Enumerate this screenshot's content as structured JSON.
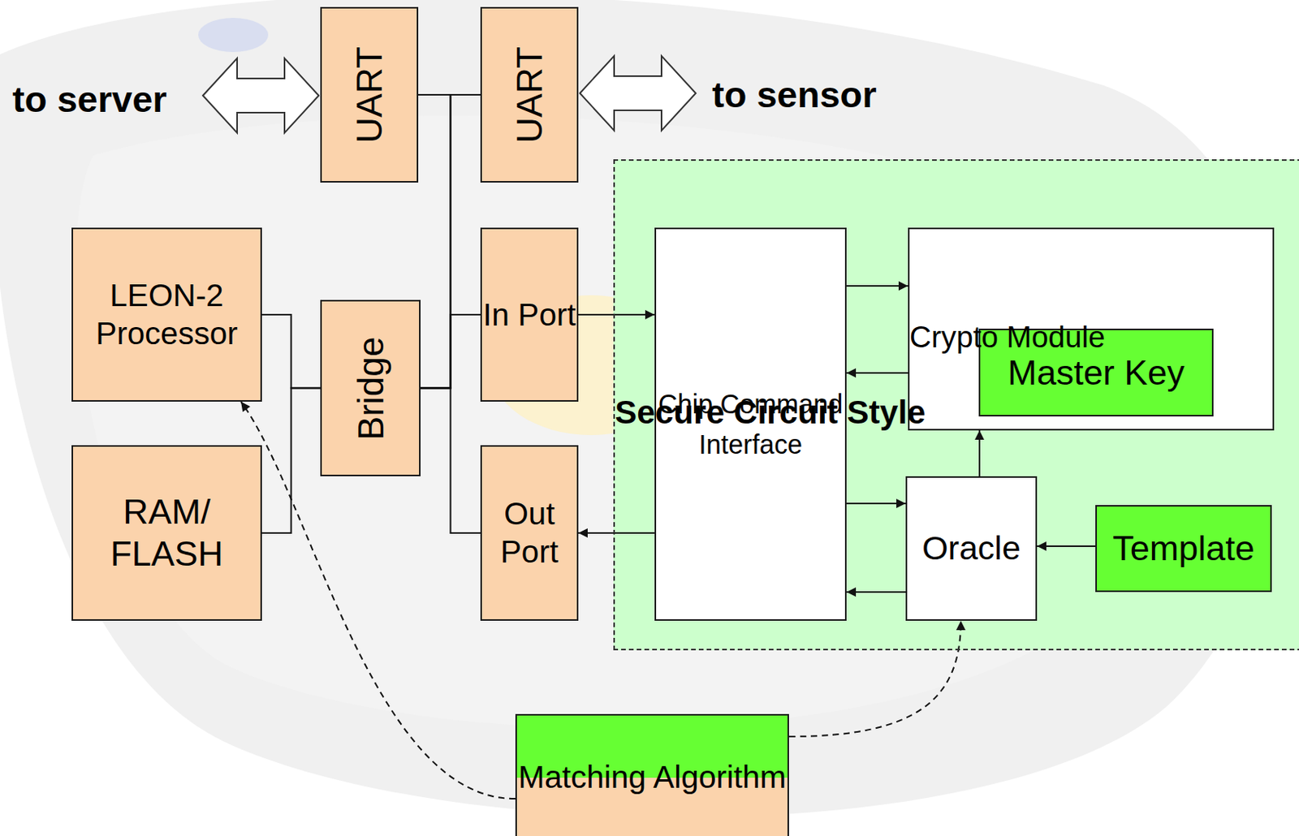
{
  "diagram": {
    "nodes": [
      {
        "text": [
          "UART"
        ]
      },
      {
        "text": [
          "UART"
        ]
      },
      {
        "text": [
          "LEON-2 Processor"
        ]
      },
      {
        "text": [
          "Bridge"
        ]
      },
      {
        "text": [
          "In Port"
        ]
      },
      {
        "text": [
          "RAM/ FLASH"
        ]
      },
      {
        "text": [
          "Out Port"
        ]
      },
      {
        "text": [
          "Secure Circuit Style"
        ]
      },
      {
        "text": [
          "Chip Command Interface"
        ],
        "in": 7
      },
      {
        "text": [
          "Crypto Module"
        ],
        "in": 7
      },
      {
        "text": [
          "Master Key"
        ],
        "in": 9
      },
      {
        "text": [
          "Oracle"
        ],
        "in": 7
      },
      {
        "text": [
          "Template"
        ],
        "in": 7
      },
      {
        "text": [
          "Matching Algorithm"
        ]
      }
    ],
    "edges": [
      {
        "from": 3,
        "to": 0,
        "arrow": "none"
      },
      {
        "from": 3,
        "to": 1,
        "arrow": "none"
      },
      {
        "from": 3,
        "to": 4,
        "arrow": "none"
      },
      {
        "from": 3,
        "to": 6,
        "arrow": "none"
      },
      {
        "from": 2,
        "to": 3,
        "arrow": "none"
      },
      {
        "from": 5,
        "to": 3,
        "arrow": "none"
      },
      {
        "from": 4,
        "to": 8,
        "arrow": "to"
      },
      {
        "from": 8,
        "to": 6,
        "arrow": "to"
      },
      {
        "from": 8,
        "to": 9,
        "arrow": "to"
      },
      {
        "from": 9,
        "to": 8,
        "arrow": "to"
      },
      {
        "from": 8,
        "to": 11,
        "arrow": "to"
      },
      {
        "from": 11,
        "to": 8,
        "arrow": "to"
      },
      {
        "from": 11,
        "to": 9,
        "arrow": "to"
      },
      {
        "from": 12,
        "to": 11,
        "arrow": "to"
      },
      {
        "from": 13,
        "to": 2,
        "arrow": "to"
      },
      {
        "from": 13,
        "to": 11,
        "arrow": "to"
      }
    ],
    "labels": [
      "to server",
      "to sensor"
    ]
  }
}
